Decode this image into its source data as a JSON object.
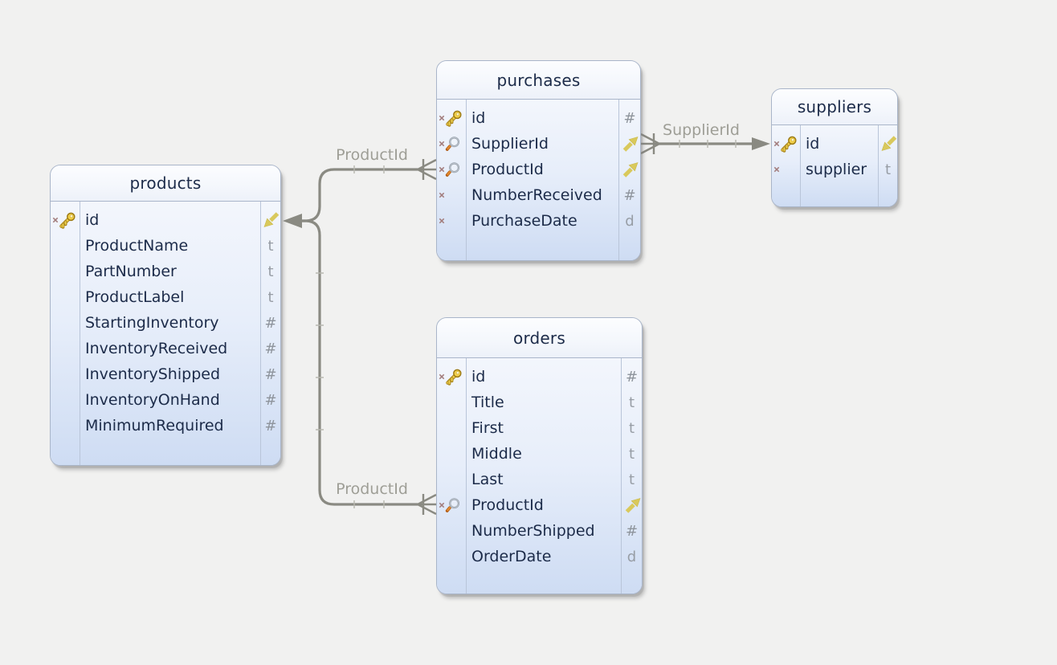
{
  "diagram": {
    "background": "#f1f1f0",
    "kind": "database-er-diagram"
  },
  "tables": {
    "products": {
      "title": "products",
      "rows": [
        {
          "name": "id",
          "xmark": true,
          "icon": "key",
          "type": "",
          "arrow": "in"
        },
        {
          "name": "ProductName",
          "xmark": false,
          "icon": null,
          "type": "t",
          "arrow": null
        },
        {
          "name": "PartNumber",
          "xmark": false,
          "icon": null,
          "type": "t",
          "arrow": null
        },
        {
          "name": "ProductLabel",
          "xmark": false,
          "icon": null,
          "type": "t",
          "arrow": null
        },
        {
          "name": "StartingInventory",
          "xmark": false,
          "icon": null,
          "type": "#",
          "arrow": null
        },
        {
          "name": "InventoryReceived",
          "xmark": false,
          "icon": null,
          "type": "#",
          "arrow": null
        },
        {
          "name": "InventoryShipped",
          "xmark": false,
          "icon": null,
          "type": "#",
          "arrow": null
        },
        {
          "name": "InventoryOnHand",
          "xmark": false,
          "icon": null,
          "type": "#",
          "arrow": null
        },
        {
          "name": "MinimumRequired",
          "xmark": false,
          "icon": null,
          "type": "#",
          "arrow": null
        }
      ]
    },
    "purchases": {
      "title": "purchases",
      "rows": [
        {
          "name": "id",
          "xmark": true,
          "icon": "key",
          "type": "#",
          "arrow": null
        },
        {
          "name": "SupplierId",
          "xmark": true,
          "icon": "magnifier",
          "type": "",
          "arrow": "out"
        },
        {
          "name": "ProductId",
          "xmark": true,
          "icon": "magnifier",
          "type": "",
          "arrow": "out"
        },
        {
          "name": "NumberReceived",
          "xmark": true,
          "icon": null,
          "type": "#",
          "arrow": null
        },
        {
          "name": "PurchaseDate",
          "xmark": true,
          "icon": null,
          "type": "d",
          "arrow": null
        }
      ]
    },
    "suppliers": {
      "title": "suppliers",
      "rows": [
        {
          "name": "id",
          "xmark": true,
          "icon": "key",
          "type": "",
          "arrow": "in"
        },
        {
          "name": "supplier",
          "xmark": true,
          "icon": null,
          "type": "t",
          "arrow": null
        }
      ]
    },
    "orders": {
      "title": "orders",
      "rows": [
        {
          "name": "id",
          "xmark": true,
          "icon": "key",
          "type": "#",
          "arrow": null
        },
        {
          "name": "Title",
          "xmark": false,
          "icon": null,
          "type": "t",
          "arrow": null
        },
        {
          "name": "First",
          "xmark": false,
          "icon": null,
          "type": "t",
          "arrow": null
        },
        {
          "name": "Middle",
          "xmark": false,
          "icon": null,
          "type": "t",
          "arrow": null
        },
        {
          "name": "Last",
          "xmark": false,
          "icon": null,
          "type": "t",
          "arrow": null
        },
        {
          "name": "ProductId",
          "xmark": true,
          "icon": "magnifier",
          "type": "",
          "arrow": "out"
        },
        {
          "name": "NumberShipped",
          "xmark": false,
          "icon": null,
          "type": "#",
          "arrow": null
        },
        {
          "name": "OrderDate",
          "xmark": false,
          "icon": null,
          "type": "d",
          "arrow": null
        }
      ]
    }
  },
  "relations": [
    {
      "label": "SupplierId",
      "from": "purchases.SupplierId",
      "to": "suppliers.id",
      "from_cardinality": "many",
      "to_cardinality": "one"
    },
    {
      "label": "ProductId",
      "from": "purchases.ProductId",
      "to": "products.id",
      "from_cardinality": "many",
      "to_cardinality": "one"
    },
    {
      "label": "ProductId",
      "from": "orders.ProductId",
      "to": "products.id",
      "from_cardinality": "many",
      "to_cardinality": "one"
    }
  ],
  "colors": {
    "canvas_background": "#f1f1f0",
    "table_border": "#a9b5c9",
    "table_body_top": "#f3f6fc",
    "table_body_bottom": "#cedcf3",
    "header_text": "#1c2b49",
    "field_text": "#1c2b49",
    "type_text": "#979da5",
    "relation_line": "#8a8a82",
    "relation_label": "#9e9e96",
    "fk_arrow_yellow": "#d9c95c",
    "key_gold": "#f2d04a",
    "magnifier_ring": "#98a1ac",
    "magnifier_handle": "#e2892e",
    "x_marker": "#a27c7c"
  }
}
